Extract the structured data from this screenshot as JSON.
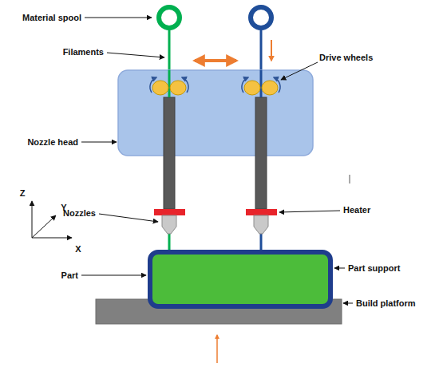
{
  "diagram": {
    "labels": [
      "Material spool",
      "Filaments",
      "Drive wheels",
      "Nozzle head",
      "Heater",
      "Nozzles",
      "Part",
      "Part support",
      "Build platform",
      "Z",
      "Y",
      "X"
    ]
  }
}
